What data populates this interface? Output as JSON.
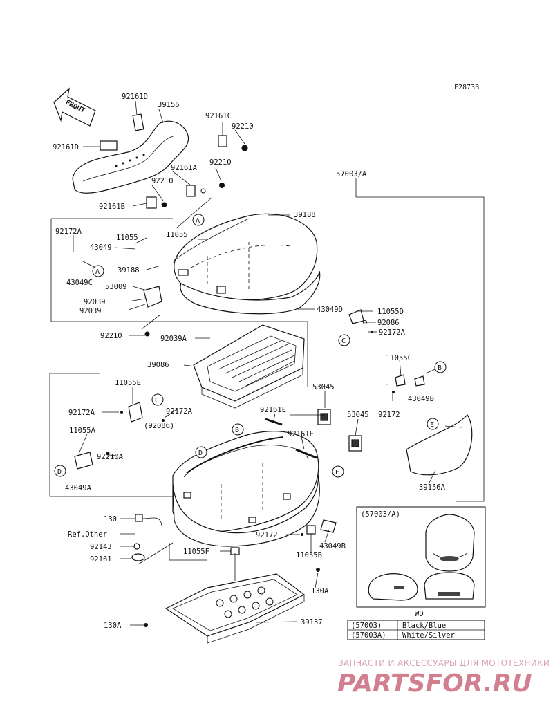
{
  "diagram_id": "F2873B",
  "front_arrow": "FRONT",
  "labels": {
    "p92161D_a": "92161D",
    "p39156": "39156",
    "p92161C": "92161C",
    "p92210_a": "92210",
    "p92161D_b": "92161D",
    "p92161A": "92161A",
    "p92210_b": "92210",
    "p92210_c": "92210",
    "p57003A": "57003/A",
    "p92161B": "92161B",
    "p39188_a": "39188",
    "p92172A_a": "92172A",
    "p11055_a": "11055",
    "p11055_b": "11055",
    "p43049": "43049",
    "p39188_b": "39188",
    "p43049C": "43049C",
    "p53009": "53009",
    "p92039_a": "92039",
    "p92039_b": "92039",
    "p43049D": "43049D",
    "p11055D": "11055D",
    "p92086": "92086",
    "p92172A_b": "92172A",
    "p92210_d": "92210",
    "p92039A": "92039A",
    "p39086": "39086",
    "p11055C": "11055C",
    "p43049B_a": "43049B",
    "p92172_a": "92172",
    "p11055E": "11055E",
    "p53045_a": "53045",
    "p92161E_a": "92161E",
    "p53045_b": "53045",
    "p92172A_c": "92172A",
    "p92172A_d": "92172A",
    "p92086_paren": "(92086)",
    "p92161E_b": "92161E",
    "p11055A": "11055A",
    "p92210A": "92210A",
    "p43049A": "43049A",
    "p39156A": "39156A",
    "p130_a": "130",
    "pRefOther": "Ref.Other",
    "p92143": "92143",
    "p92161": "92161",
    "p92172_b": "92172",
    "p43049B_b": "43049B",
    "p11055B": "11055B",
    "p11055F": "11055F",
    "p130A_a": "130A",
    "p130A_b": "130A",
    "p39137": "39137"
  },
  "callouts": {
    "A": "A",
    "B": "B",
    "C": "C",
    "D": "D",
    "E": "E"
  },
  "inset": {
    "title": "(57003/A)"
  },
  "color_table": {
    "header": "WD",
    "rows": [
      {
        "code": "(57003)",
        "color": "Black/Blue"
      },
      {
        "code": "(57003A)",
        "color": "White/Silver"
      }
    ]
  },
  "watermark": {
    "caption": "ЗАПЧАСТИ И АКСЕССУАРЫ ДЛЯ МОТОТЕХНИКИ",
    "logo": "PARTSFOR.RU",
    "color": "#d28090"
  }
}
